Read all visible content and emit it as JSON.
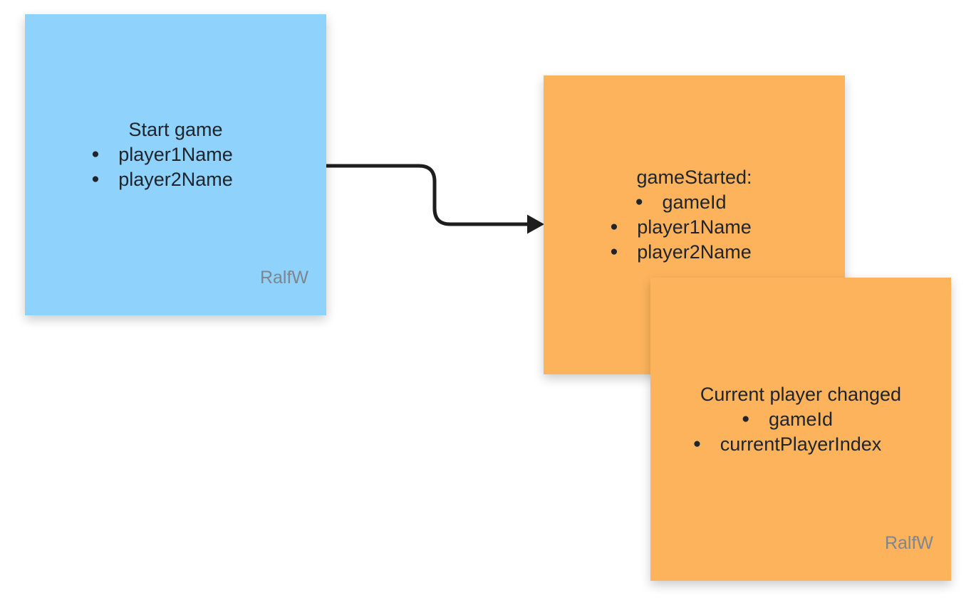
{
  "board": {
    "type": "whiteboard-canvas",
    "background_color": "#FFFFFF",
    "bullet_glyph": "●"
  },
  "colors": {
    "blue_note": "#8FD2FB",
    "orange_note": "#FCB35C",
    "note_text": "#20242C",
    "signature_text": "#7D8690",
    "connector": "#1E1E1E"
  },
  "notes": [
    {
      "id": "start-game",
      "type": "sticky-note",
      "color": "#8FD2FB",
      "lines": [
        {
          "bullet": false,
          "text": "Start game"
        },
        {
          "bullet": true,
          "text": "player1Name"
        },
        {
          "bullet": true,
          "text": "player2Name"
        }
      ],
      "signature": "RalfW"
    },
    {
      "id": "game-started",
      "type": "sticky-note",
      "color": "#FCB35C",
      "lines": [
        {
          "bullet": false,
          "text": "gameStarted:"
        },
        {
          "bullet": true,
          "text": "gameId"
        },
        {
          "bullet": true,
          "text": "player1Name"
        },
        {
          "bullet": true,
          "text": "player2Name"
        }
      ]
    },
    {
      "id": "current-player-changed",
      "type": "sticky-note",
      "color": "#FCB35C",
      "lines": [
        {
          "bullet": false,
          "text": "Current player changed"
        },
        {
          "bullet": true,
          "text": "gameId"
        },
        {
          "bullet": true,
          "text": "currentPlayerIndex"
        }
      ],
      "signature": "RalfW"
    }
  ],
  "connector": {
    "type": "arrow",
    "from": "start-game",
    "to": "game-started",
    "color": "#1E1E1E"
  }
}
